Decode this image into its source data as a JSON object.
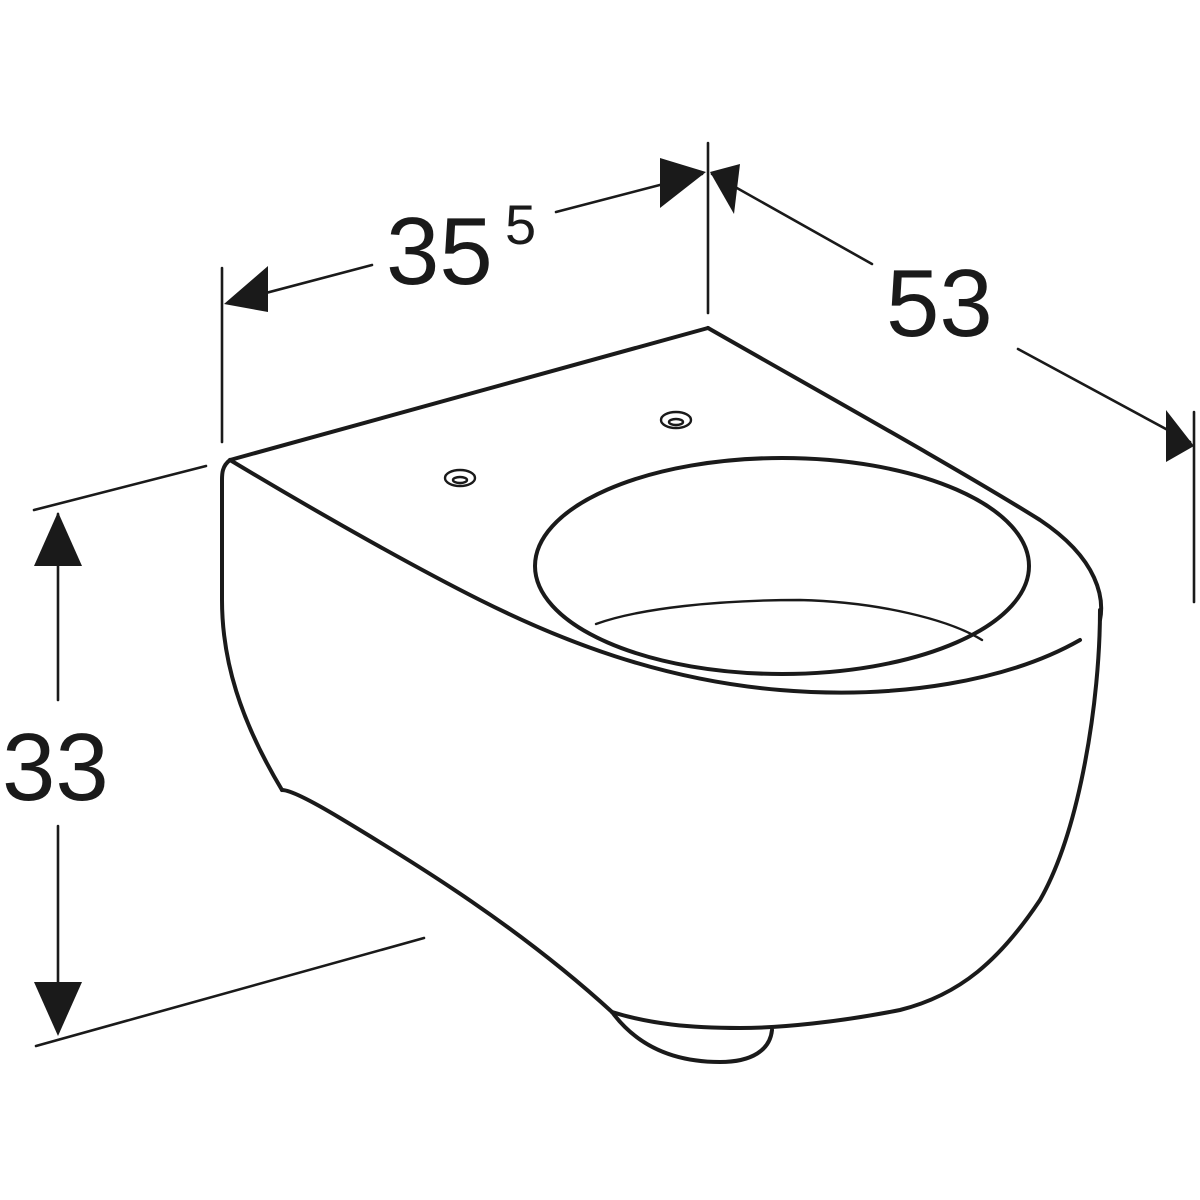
{
  "dimensions": {
    "width": {
      "main": "35",
      "superscript": "5"
    },
    "depth": {
      "value": "53"
    },
    "height": {
      "value": "33"
    }
  },
  "colors": {
    "line": "#1a1a1a",
    "background": "#ffffff"
  }
}
